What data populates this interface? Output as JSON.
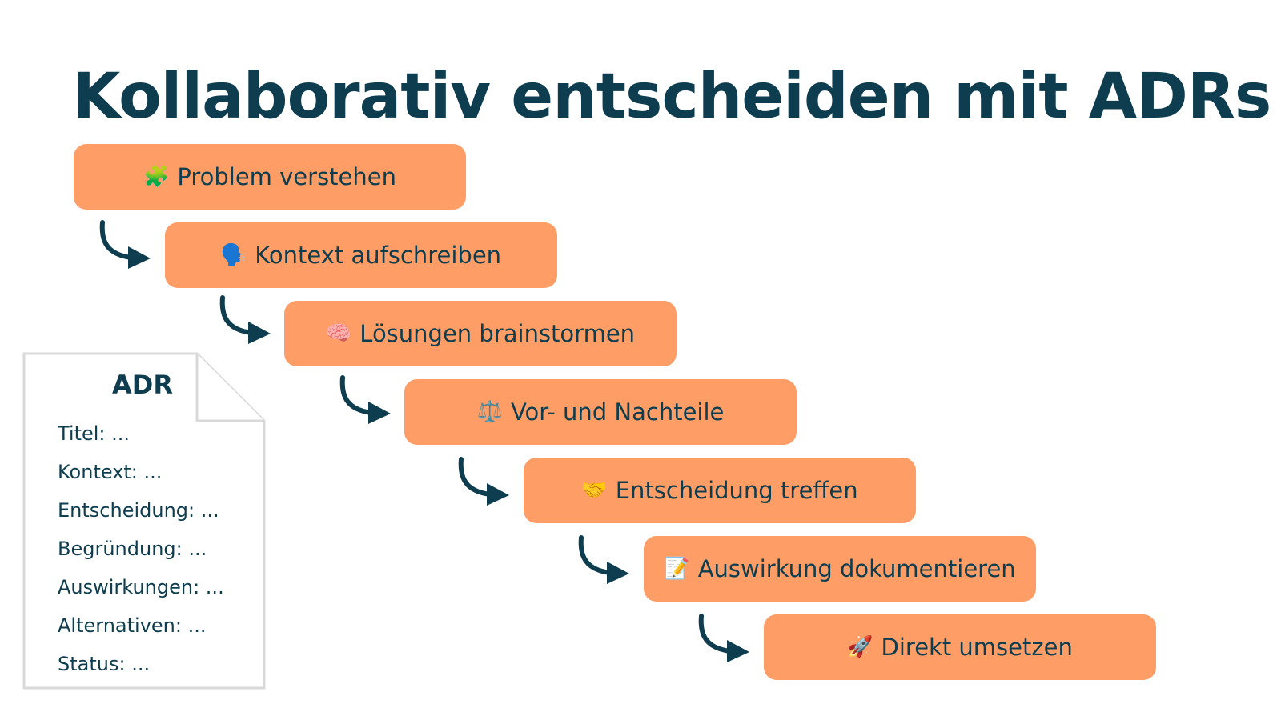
{
  "title": "Kollaborativ entscheiden mit ADRs",
  "steps": [
    {
      "emoji": "🧩",
      "label": "Problem verstehen"
    },
    {
      "emoji": "🗣️",
      "label": "Kontext aufschreiben"
    },
    {
      "emoji": "🧠",
      "label": "Lösungen brainstormen"
    },
    {
      "emoji": "⚖️",
      "label": "Vor- und Nachteile"
    },
    {
      "emoji": "🤝",
      "label": "Entscheidung treffen"
    },
    {
      "emoji": "📝",
      "label": "Auswirkung dokumentieren"
    },
    {
      "emoji": "🚀",
      "label": "Direkt umsetzen"
    }
  ],
  "adr": {
    "heading": "ADR",
    "fields": [
      "Titel: ...",
      "Kontext: ...",
      "Entscheidung: ...",
      "Begründung: ...",
      "Auswirkungen: ...",
      "Alternativen: ...",
      "Status: ..."
    ]
  },
  "colors": {
    "box": "#fe9e66",
    "text": "#0d3d4f",
    "arrow": "#0d3d4f",
    "card_border": "#d9d9d9"
  }
}
